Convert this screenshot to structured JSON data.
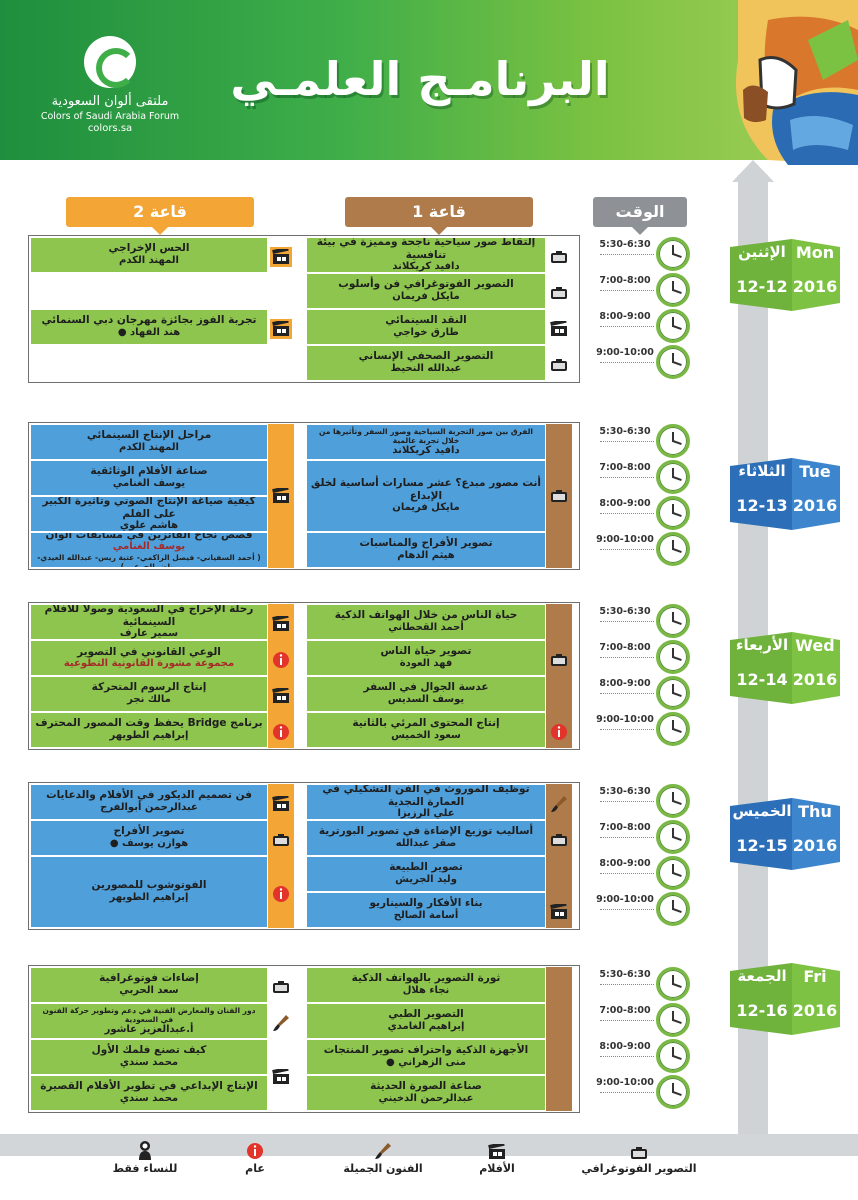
{
  "header": {
    "title": "البرنامـج العلمـي",
    "logo": {
      "name_ar": "ملتقى ألوان السعودية",
      "name_en": "Colors of Saudi Arabia Forum",
      "url": "colors.sa"
    }
  },
  "columns": {
    "time": "الوقت",
    "hall1": "قاعة 1",
    "hall2": "قاعة 2"
  },
  "colors": {
    "green": "#8dc54f",
    "blue": "#4f9fda",
    "hall1": "#b07b4a",
    "hall2": "#f3a536",
    "gray": "#8e9296"
  },
  "days": [
    {
      "ar": "الإثنين",
      "en": "Mon",
      "date": "12-12",
      "year": "2016",
      "times": [
        "5:30-6:30",
        "7:00-8:00",
        "8:00-9:00",
        "9:00-10:00"
      ],
      "hall1": [
        {
          "title": "إلتقاط صور سياحية ناجحة ومميزة في بيئة تنافسية",
          "speaker": "دافيد كريكلاند",
          "icon": "camera-icon"
        },
        {
          "title": "التصوير الفوتوغرافي فن وأسلوب",
          "speaker": "مايكل فريمان",
          "icon": "camera-icon"
        },
        {
          "title": "النقد السينمائي",
          "speaker": "طارق خواجي",
          "icon": "clapper-icon"
        },
        {
          "title": "التصوير الصحفي الإنساني",
          "speaker": "عبدالله النحيط",
          "icon": "camera-icon"
        }
      ],
      "hall2": [
        {
          "title": "الحس الإخراجي",
          "speaker": "المهند الكدم",
          "icon": "clapper-icon"
        },
        {
          "title": "تجربة الفوز بجائزة مهرجان دبي السنمائي",
          "speaker": "هند الفهاد",
          "icon": "clapper-icon"
        }
      ]
    },
    {
      "ar": "الثلاثاء",
      "en": "Tue",
      "date": "12-13",
      "year": "2016",
      "times": [
        "5:30-6:30",
        "7:00-8:00",
        "8:00-9:00",
        "9:00-10:00"
      ],
      "hall1": [
        {
          "title": "الفرق بين صور التجربة السياحية وصور السفر وتأثيرها من خلال تجربة عالمية",
          "speaker": "دافيد كريكلاند"
        },
        {
          "title": "أنت مصور مبدع؟ عشر مسارات أساسية لخلق الإبداع",
          "speaker": "مايكل فريمان"
        },
        {
          "title": "تصوير الأفراح والمناسبات",
          "speaker": "هيثم الدهام"
        }
      ],
      "hall1_icon": "camera-icon",
      "hall2_icon": "clapper-icon",
      "hall2": [
        {
          "title": "مراحل الإنتاج السينمائي",
          "speaker": "المهند الكدم"
        },
        {
          "title": "صناعة الأفلام الوثائقية",
          "speaker": "يوسف الغنامي"
        },
        {
          "title": "كيفية صياغة الإنتاج الصوتي وتأثيرة الكبير على الفلم",
          "speaker": "هاشم علوي"
        },
        {
          "title": "قصص نجاح الفائزين في مسابقات ألوان",
          "speaker": "يوسف الغنامي",
          "note": "( أحمد السفياني- فيصل الراكمي- عتبة ريس- عبدالله العيدي- رياض الجرعي )"
        }
      ]
    },
    {
      "ar": "الأربعاء",
      "en": "Wed",
      "date": "12-14",
      "year": "2016",
      "times": [
        "5:30-6:30",
        "7:00-8:00",
        "8:00-9:00",
        "9:00-10:00"
      ],
      "hall1": [
        {
          "title": "حياة الناس من خلال الهواتف الذكية",
          "speaker": "أحمد القحطاني"
        },
        {
          "title": "تصوير حياة الناس",
          "speaker": "فهد العودة"
        },
        {
          "title": "عدسة الجوال في السفر",
          "speaker": "يوسف السديس"
        },
        {
          "title": "إنتاج المحتوى المرئي بالثانية",
          "speaker": "سعود الخميس"
        }
      ],
      "hall2": [
        {
          "title": "رحلة الإخراج في السعودية وصولاً للأفلام السينمائية",
          "speaker": "سمير عارف",
          "icon": "clapper-icon"
        },
        {
          "title": "الوعي القانوني في التصوير",
          "speaker": "مجموعة مشورة القانونية التطوعية",
          "icon": "info-icon",
          "red": true
        },
        {
          "title": "إنتاج الرسوم المتحركة",
          "speaker": "مالك نجر",
          "icon": "clapper-icon"
        },
        {
          "title": "برنامج Bridge يحفظ وقت المصور المحترف",
          "speaker": "إبراهيم الطويهر",
          "icon": "info-icon"
        }
      ]
    },
    {
      "ar": "الخميس",
      "en": "Thu",
      "date": "12-15",
      "year": "2016",
      "times": [
        "5:30-6:30",
        "7:00-8:00",
        "8:00-9:00",
        "9:00-10:00"
      ],
      "hall1": [
        {
          "title": "توظيف الموروث في الفن التشكيلي في العمارة النجدية",
          "speaker": "علي الرزيزا",
          "icon": "brush-icon"
        },
        {
          "title": "أساليب توزيع الإضاءة في تصوير البورترية",
          "speaker": "صقر عبدالله",
          "icon": "camera-icon"
        },
        {
          "title": "تصوير الطبيعة",
          "speaker": "وليد الجريش",
          "icon": "camera-icon"
        },
        {
          "title": "بناء الأفكار والسيناريو",
          "speaker": "أسامة الصالح",
          "icon": "clapper-icon"
        }
      ],
      "hall2": [
        {
          "title": "فن تصميم الديكور في الأفلام والدعايات",
          "speaker": "عبدالرحمن أبوالفرج",
          "icon": "clapper-icon"
        },
        {
          "title": "تصوير الأفراح",
          "speaker": "هوازن يوسف",
          "icon": "camera-icon"
        },
        {
          "title": "الفوتوشوب للمصورين",
          "speaker": "إبراهيم الطويهر",
          "icon": "info-icon"
        }
      ]
    },
    {
      "ar": "الجمعة",
      "en": "Fri",
      "date": "12-16",
      "year": "2016",
      "times": [
        "5:30-6:30",
        "7:00-8:00",
        "8:00-9:00",
        "9:00-10:00"
      ],
      "hall1": [
        {
          "title": "ثورة التصوير بالهواتف الذكية",
          "speaker": "نجاء هلال"
        },
        {
          "title": "التصوير الطبي",
          "speaker": "إبراهيم الغامدي"
        },
        {
          "title": "الأجهزة الذكية واحتراف تصوير المنتجات",
          "speaker": "منى الزهراني"
        },
        {
          "title": "صناعة الصورة الحديثة",
          "speaker": "عبدالرحمن الدخيني"
        }
      ],
      "hall2": [
        {
          "title": "إضاءات فوتوغرافية",
          "speaker": "سعد الحربي",
          "icon": "camera-icon"
        },
        {
          "title": "دور الفنان والمعارض الفنية في دعم وتطوير حركة الفنون في السعودية",
          "speaker": "أ.عبدالعزيز عاشور",
          "icon": "brush-icon"
        },
        {
          "title": "كيف تصنع فلمك الأول",
          "speaker": "محمد سندي",
          "icon": "clapper-icon"
        },
        {
          "title": "الإنتاج الإبداعي في تطوير الأفلام القصيرة",
          "speaker": "محمد سندي",
          "icon": "clapper-icon"
        }
      ]
    }
  ],
  "legend": [
    {
      "label": "التصوير الفوتوغرافي",
      "icon": "camera-icon"
    },
    {
      "label": "الأفلام",
      "icon": "clapper-icon"
    },
    {
      "label": "الفنون الجميلة",
      "icon": "brush-icon"
    },
    {
      "label": "عام",
      "icon": "info-icon"
    },
    {
      "label": "للنساء فقط",
      "icon": "women-only-icon"
    }
  ]
}
